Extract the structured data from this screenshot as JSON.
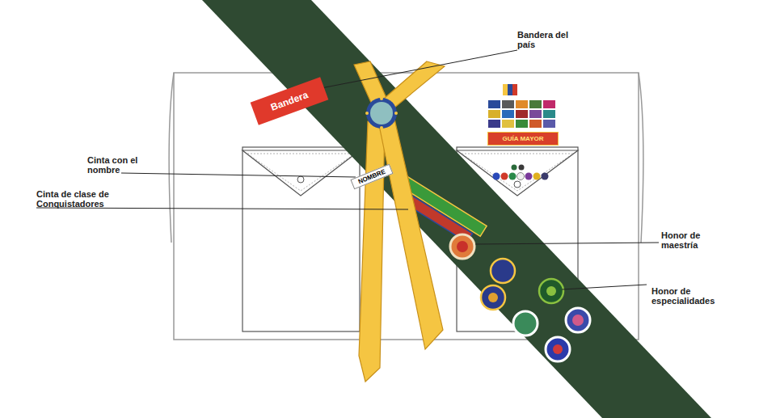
{
  "diagram": {
    "nodes": [
      {
        "text": [
          "Bandera"
        ]
      },
      {
        "text": [
          "GUÍA MAYOR"
        ]
      },
      {
        "text": [
          "NOMBRE"
        ]
      }
    ],
    "labels": [
      "Bandera del país",
      "Cinta con el nombre",
      "Cinta de clase de Conquistadores",
      "Honor de maestría",
      "Honor de especialidades"
    ]
  }
}
